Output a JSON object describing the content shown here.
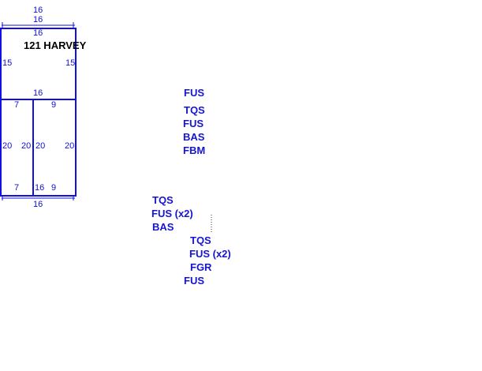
{
  "sketch": {
    "title": "121 HARVEY",
    "dims": {
      "top_outer_a": "16",
      "top_outer_b": "16",
      "top_inner": "16",
      "left_upper": "15",
      "right_upper": "15",
      "mid": "16",
      "left_seg_top": "7",
      "right_seg_top": "9",
      "left_outer": "20",
      "left_inner": "20",
      "right_inner": "20",
      "right_outer": "20",
      "left_seg_bottom": "7",
      "bottom_a": "16",
      "bottom_b": "16",
      "right_seg_bottom": "9"
    },
    "codes_group1": [
      "FUS",
      "TQS",
      "FUS",
      "BAS",
      "FBM"
    ],
    "codes_group2": [
      "TQS",
      "FUS (x2)",
      "BAS"
    ],
    "codes_group3": [
      "TQS",
      "FUS (x2)",
      "FGR",
      "FUS"
    ]
  }
}
